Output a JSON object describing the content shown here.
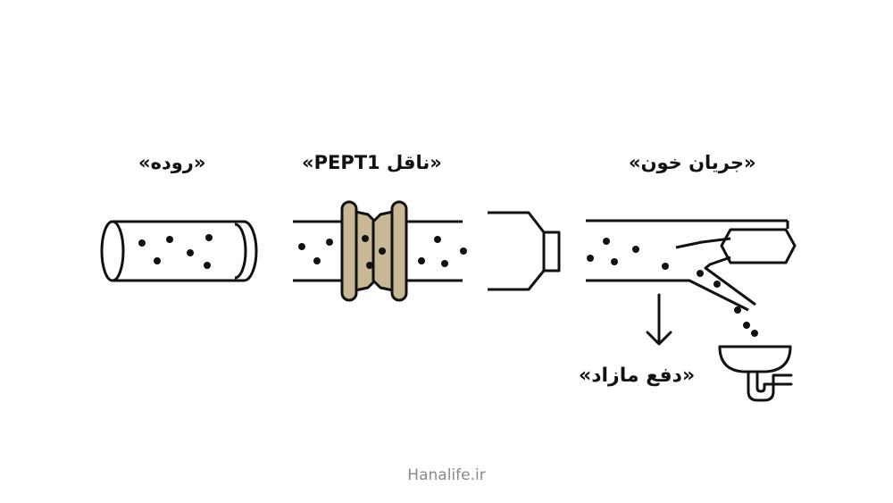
{
  "labels": {
    "intestine": "«روده»",
    "pept1_transporter": "«ناقل PEPT1»",
    "bloodstream": "«جریان خون»",
    "excretion": "«دفع مازاد»"
  },
  "watermark": "Hanalife.ir",
  "colors": {
    "stroke": "#111111",
    "transporter_fill": "#c9b896",
    "watermark": "#8a8a8a",
    "background": "#ffffff"
  },
  "icons": {
    "downward_arrow": "arrow-down-icon",
    "sink": "sink-drain-icon"
  }
}
